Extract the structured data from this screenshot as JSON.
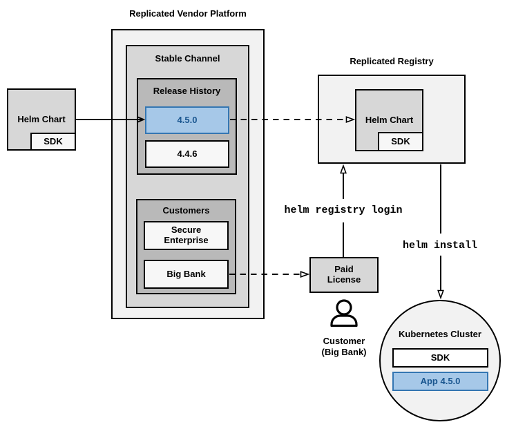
{
  "colors": {
    "highlight_fill": "#a6c8e8",
    "highlight_border": "#3476b2",
    "highlight_text": "#1a568f",
    "box_light": "#f2f2f2",
    "box_mid": "#d7d7d7",
    "box_dark": "#b9b9b9"
  },
  "vendor_platform": {
    "title": "Replicated Vendor Platform",
    "stable_channel": {
      "label": "Stable Channel"
    },
    "release_history": {
      "label": "Release History",
      "releases": [
        {
          "version": "4.5.0",
          "highlighted": true
        },
        {
          "version": "4.4.6",
          "highlighted": false
        }
      ]
    },
    "customers": {
      "label": "Customers",
      "items": [
        {
          "name": "Secure Enterprise"
        },
        {
          "name": "Big Bank"
        }
      ]
    }
  },
  "source_chart": {
    "label": "Helm Chart",
    "sdk": "SDK"
  },
  "registry": {
    "title": "Replicated Registry",
    "helm_chart": "Helm Chart",
    "sdk": "SDK"
  },
  "paid_license": {
    "label": "Paid License"
  },
  "customer": {
    "label": "Customer (Big Bank)"
  },
  "kubernetes": {
    "title": "Kubernetes Cluster",
    "sdk": "SDK",
    "app": "App 4.5.0"
  },
  "commands": {
    "registry_login": "helm registry login",
    "install": "helm install"
  }
}
